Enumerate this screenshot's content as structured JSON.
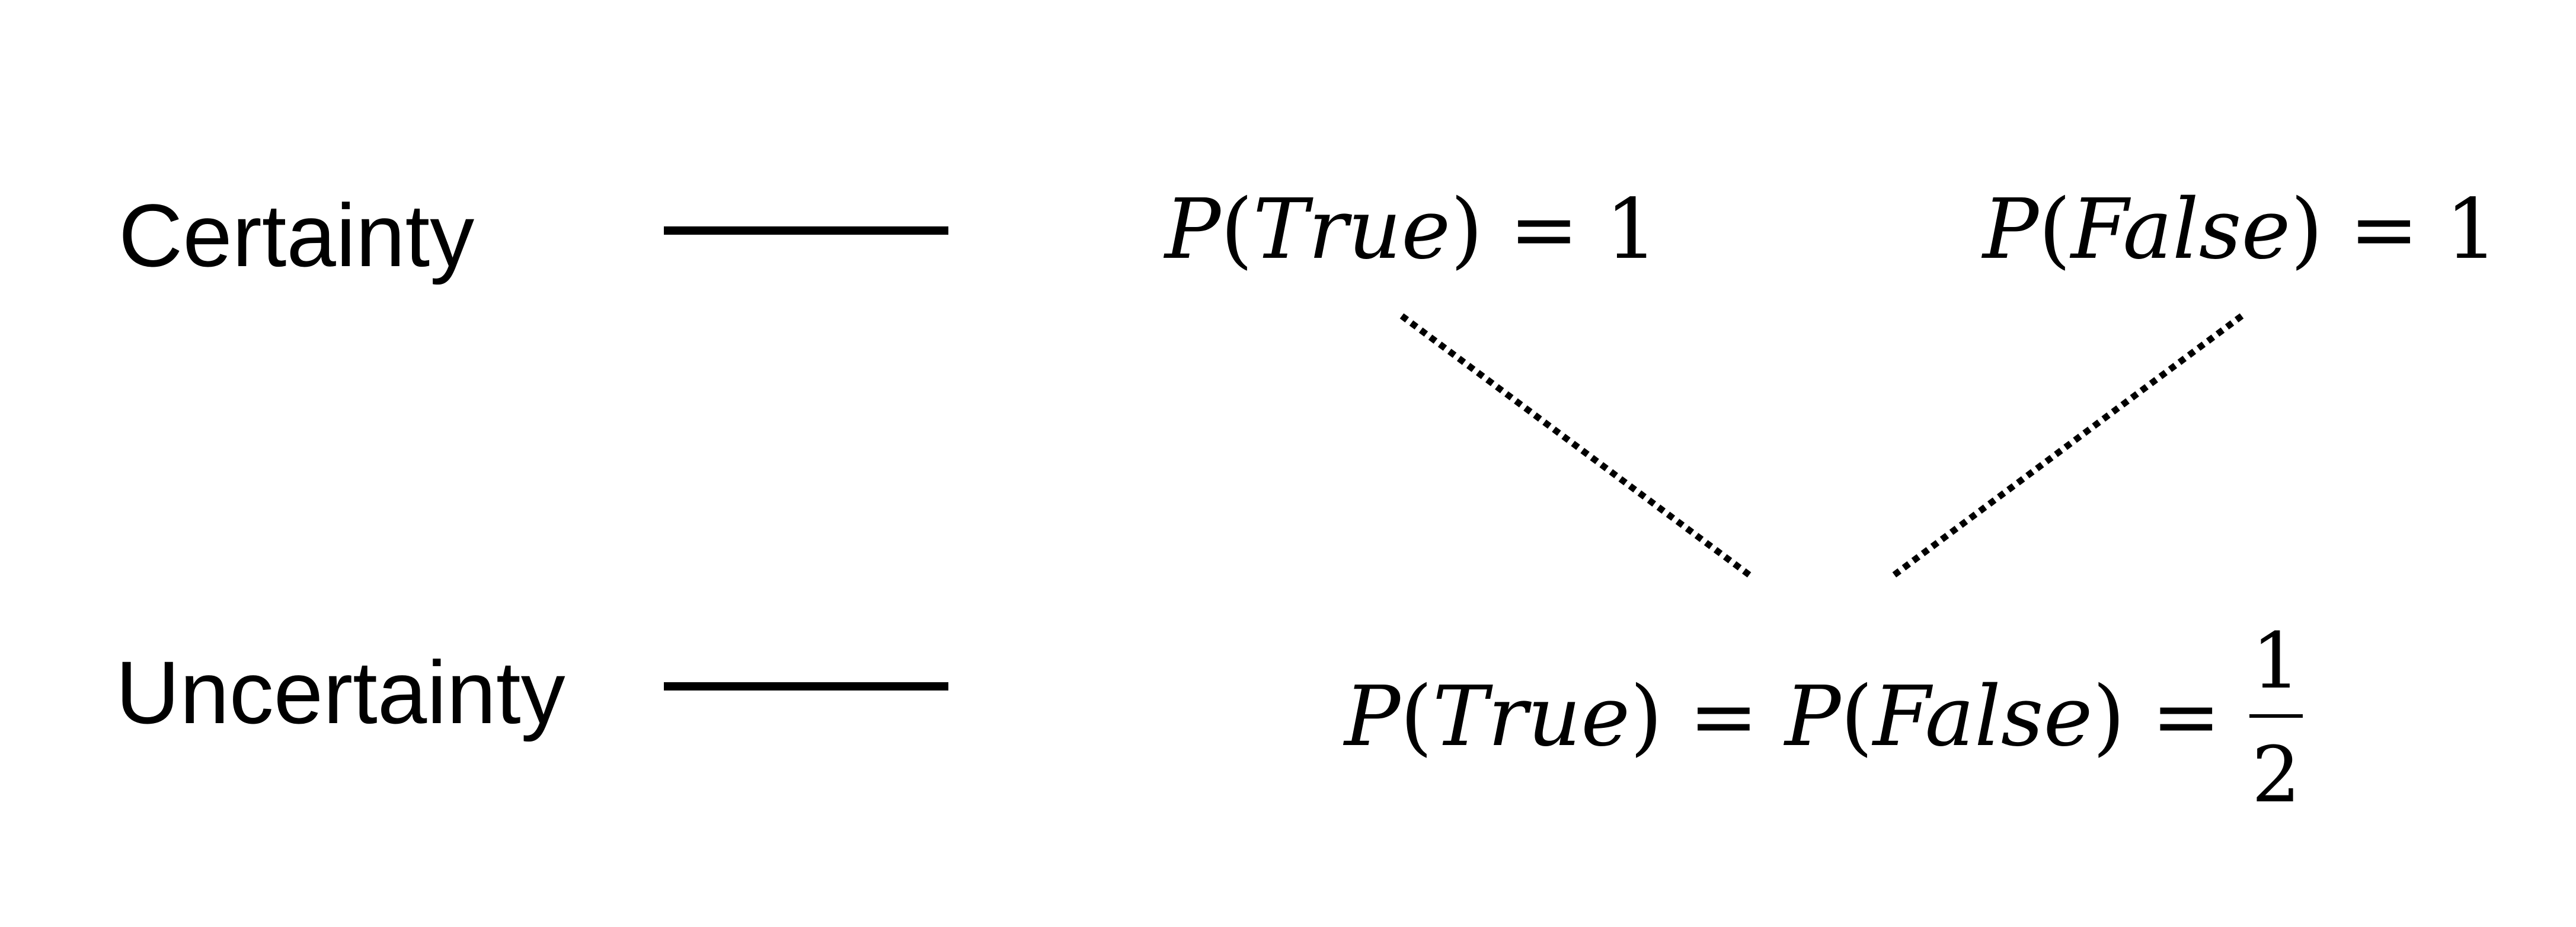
{
  "levels": {
    "certainty_label": "Certainty",
    "uncertainty_label": "Uncertainty"
  },
  "certainty_row": {
    "left_expr": {
      "func": "P",
      "open": "(",
      "arg": "True",
      "close": ")",
      "eq": " = ",
      "value": "1"
    },
    "right_expr": {
      "func": "P",
      "open": "(",
      "arg": "False",
      "close": ")",
      "eq": " = ",
      "value": "1"
    }
  },
  "uncertainty_row": {
    "func1": "P",
    "open1": "(",
    "arg1": "True",
    "close1": ")",
    "eq1": " = ",
    "func2": "P",
    "open2": "(",
    "arg2": "False",
    "close2": ")",
    "eq2": " = ",
    "numerator": "1",
    "denominator": "2"
  },
  "colors": {
    "ink": "#000000",
    "background": "#ffffff"
  }
}
